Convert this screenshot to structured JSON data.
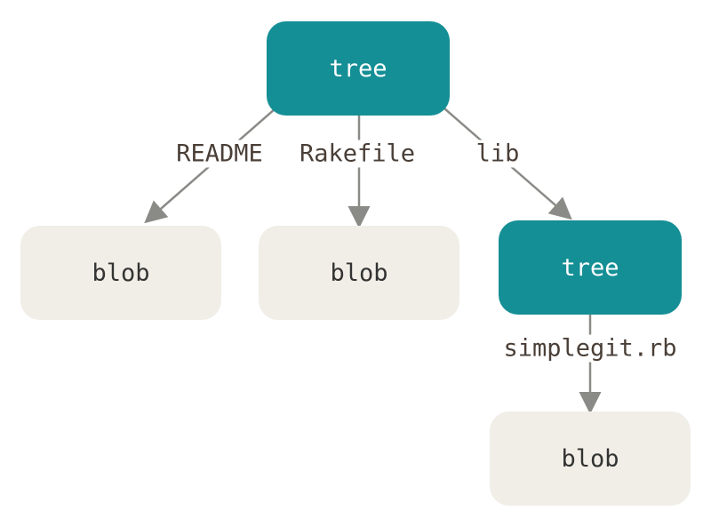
{
  "diagram": {
    "nodes": {
      "root_tree": {
        "label": "tree",
        "kind": "tree"
      },
      "blob_readme": {
        "label": "blob",
        "kind": "blob"
      },
      "blob_rakefile": {
        "label": "blob",
        "kind": "blob"
      },
      "lib_tree": {
        "label": "tree",
        "kind": "tree"
      },
      "blob_simplegit": {
        "label": "blob",
        "kind": "blob"
      }
    },
    "edges": {
      "readme": {
        "label": "README",
        "from": "root_tree",
        "to": "blob_readme"
      },
      "rakefile": {
        "label": "Rakefile",
        "from": "root_tree",
        "to": "blob_rakefile"
      },
      "lib": {
        "label": "lib",
        "from": "root_tree",
        "to": "lib_tree"
      },
      "simplegit": {
        "label": "simplegit.rb",
        "from": "lib_tree",
        "to": "blob_simplegit"
      }
    },
    "colors": {
      "tree_fill": "#158f96",
      "blob_fill": "#f0eee7",
      "edge": "#8a8a86",
      "label_text": "#4a3f37"
    }
  }
}
